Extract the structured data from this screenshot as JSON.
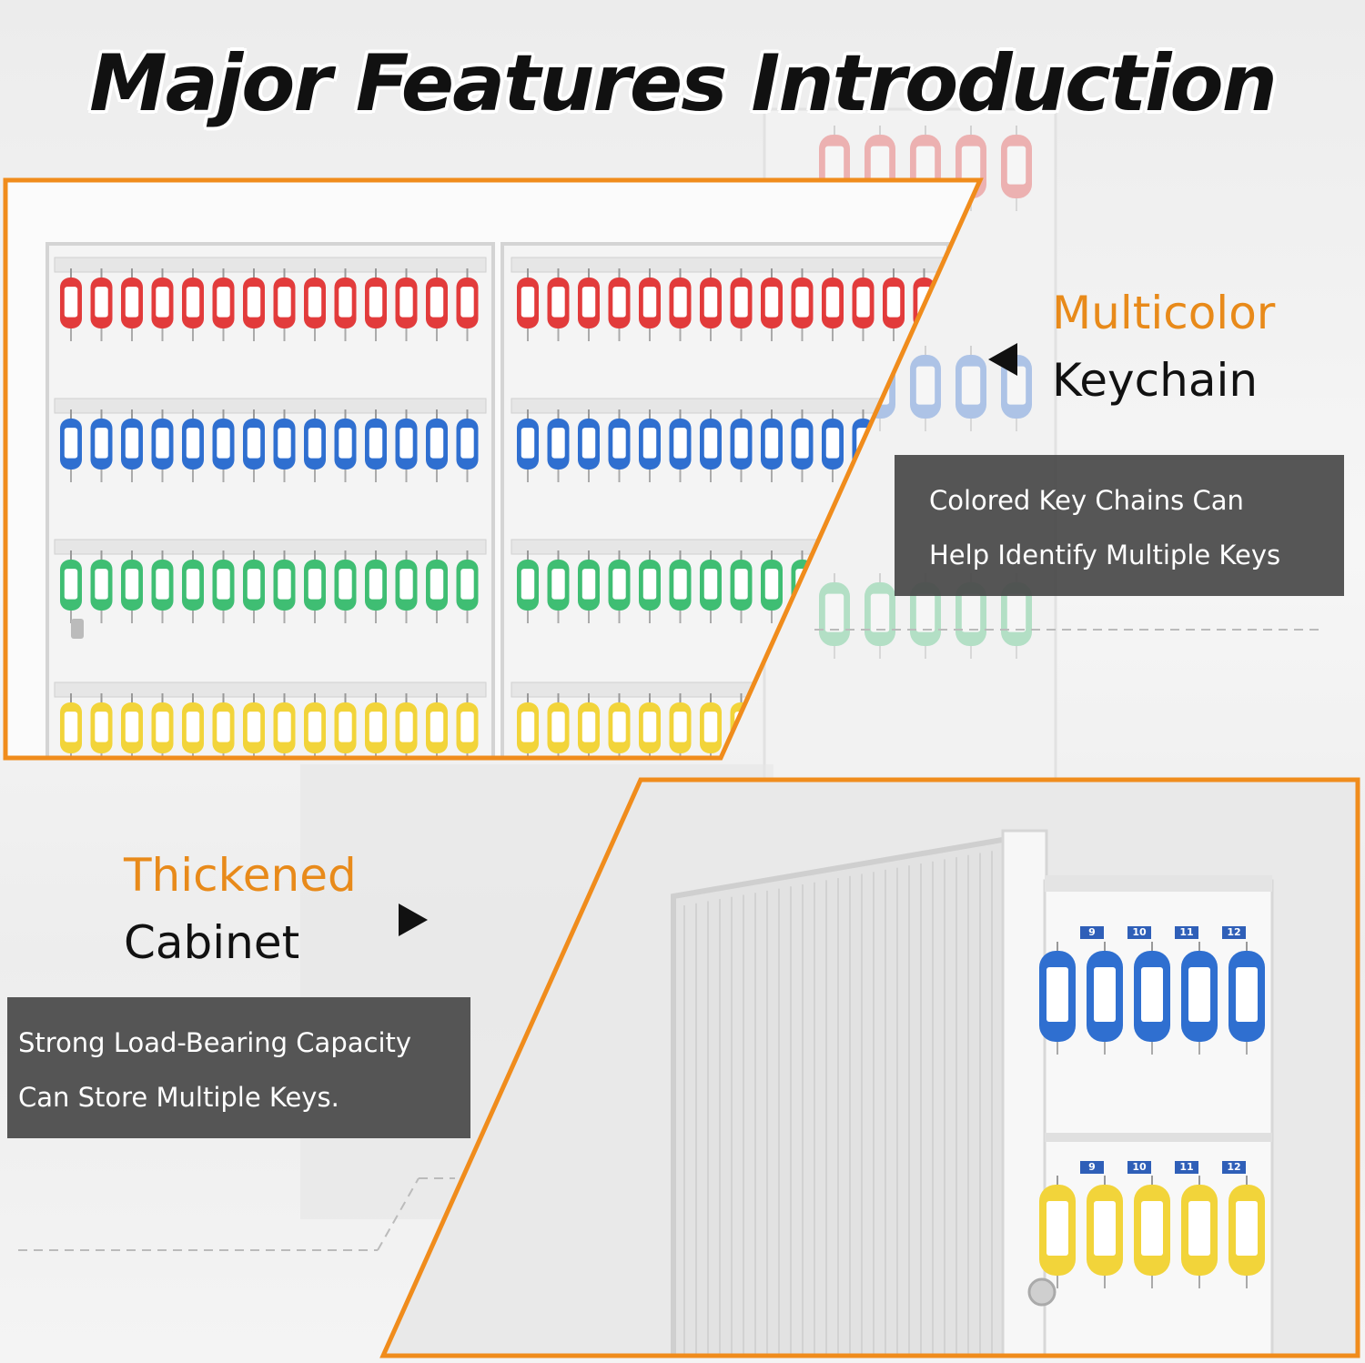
{
  "title": "Major Features Introduction",
  "features": [
    {
      "heading_accent": "Multicolor",
      "heading_plain": "Keychain",
      "description_lines": [
        "Colored Key Chains Can",
        "Help Identify Multiple Keys"
      ]
    },
    {
      "heading_accent": "Thickened",
      "heading_plain": "Cabinet",
      "description_lines": [
        "Strong Load-Bearing Capacity",
        "Can Store Multiple Keys."
      ]
    }
  ],
  "cabinet_rows": [
    {
      "color": "red",
      "hex": "#e23b3b"
    },
    {
      "color": "blue",
      "hex": "#2f6fd0"
    },
    {
      "color": "green",
      "hex": "#3fbe73"
    },
    {
      "color": "yellow",
      "hex": "#f2d43a"
    }
  ],
  "closeup_hook_numbers": [
    "9",
    "10",
    "11",
    "12"
  ],
  "colors": {
    "accent": "#e88a1a",
    "frame": "#f08c1c",
    "box": "#484848"
  }
}
